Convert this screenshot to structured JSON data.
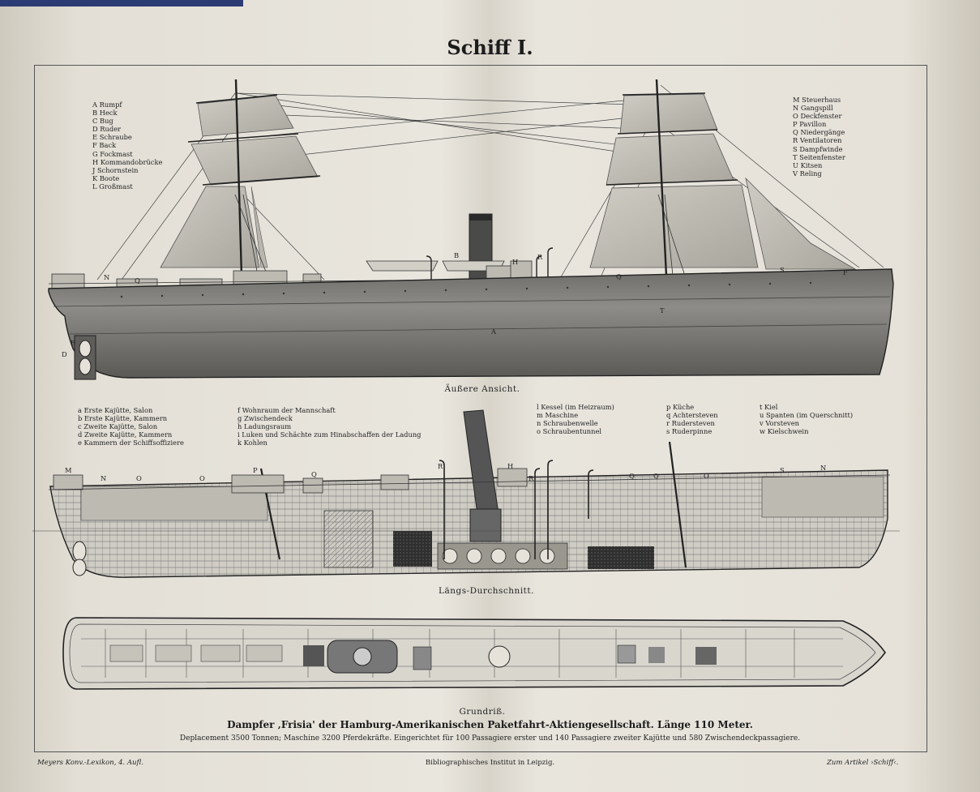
{
  "title": "Schiff I.",
  "legend_exterior_left": [
    "A Rumpf",
    "B Heck",
    "C Bug",
    "D Ruder",
    "E Schraube",
    "F Back",
    "G Fockmast",
    "H Kommandobrücke",
    "J Schornstein",
    "K Boote",
    "L Großmast"
  ],
  "legend_exterior_right": [
    "M Steuerhaus",
    "N Gangspill",
    "O Deckfenster",
    "P Pavillon",
    "Q Niedergänge",
    "R Ventilatoren",
    "S Dampfwinde",
    "T Seitenfenster",
    "U Kitsen",
    "V Reling"
  ],
  "captions": {
    "exterior": "Äußere Ansicht.",
    "section": "Längs-Durchschnitt.",
    "plan": "Grundriß."
  },
  "legend_section_col1": [
    "a Erste Kajütte, Salon",
    "b Erste Kajütte, Kammern",
    "c Zweite Kajütte, Salon",
    "d Zweite Kajütte, Kammern",
    "e Kammern der Schiffsoffiziere"
  ],
  "legend_section_col2": [
    "f Wohnraum der Mannschaft",
    "g Zwischendeck",
    "h Ladungsraum",
    "i Luken und Schächte zum Hinabschaffen der Ladung",
    "k Kohlen"
  ],
  "legend_section_col3": [
    "l Kessel (im Heizraum)",
    "m Maschine",
    "n Schraubenwelle",
    "o Schraubentunnel"
  ],
  "legend_section_col4": [
    "p Küche",
    "q Achtersteven",
    "r Rudersteven",
    "s Ruderpinne"
  ],
  "legend_section_col5": [
    "t Kiel",
    "u Spanten (im Querschnitt)",
    "v Vorsteven",
    "w Kielschwein"
  ],
  "footer": {
    "main": "Dampfer ‚Frisia' der Hamburg-Amerikanischen Paketfahrt-Aktiengesellschaft. Länge 110 Meter.",
    "sub": "Deplacement 3500 Tonnen; Maschine 3200 Pferdekräfte. Eingerichtet für 100 Passagiere erster und 140 Passagiere zweiter Kajütte und 580 Zwischendeckpassagiere.",
    "left": "Meyers Konv.-Lexikon, 4. Aufl.",
    "center": "Bibliographisches Institut in Leipzig.",
    "right": "Zum Artikel ›Schiff‹."
  },
  "drawing_labels": {
    "exterior": [
      "N",
      "Q",
      "B",
      "H",
      "R",
      "Q",
      "S",
      "F",
      "T",
      "E",
      "D",
      "A"
    ],
    "section": [
      "M",
      "N",
      "O",
      "O",
      "P",
      "Q",
      "R",
      "H",
      "R",
      "Q",
      "Q",
      "O",
      "S",
      "N"
    ]
  },
  "colors": {
    "paper": "#e6e2d9",
    "ink": "#2a2a2a",
    "hull": "#7c7b78"
  }
}
